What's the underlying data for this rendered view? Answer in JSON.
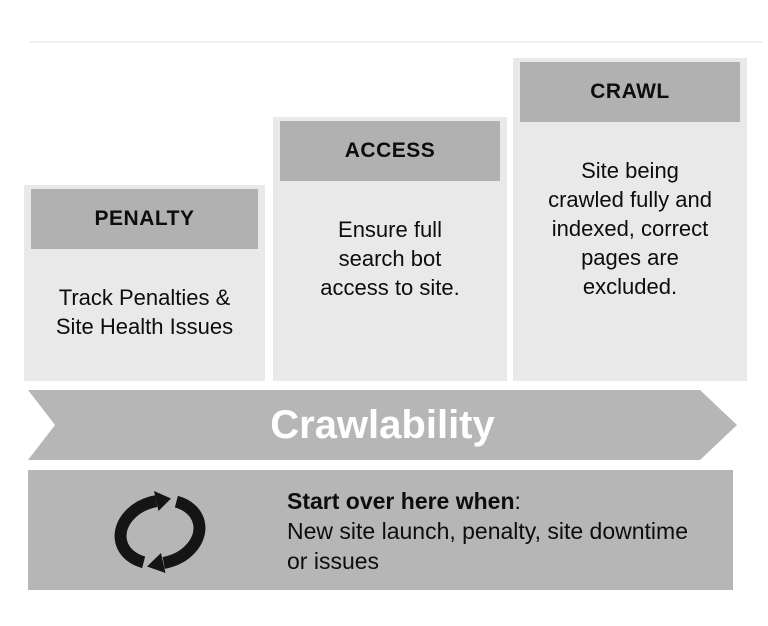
{
  "diagram": {
    "steps": [
      {
        "label": "PENALTY",
        "description": "Track Penalties &\nSite Health Issues"
      },
      {
        "label": "ACCESS",
        "description": "Ensure full\nsearch bot\naccess to site."
      },
      {
        "label": "CRAWL",
        "description": "Site being\ncrawled fully and\nindexed, correct\npages are\nexcluded."
      }
    ],
    "arrow_label": "Crawlability",
    "note": {
      "icon": "cycle-refresh-icon",
      "heading": "Start over here when",
      "colon": ":",
      "body": "New site launch, penalty, site downtime\nor issues"
    },
    "colors": {
      "header-gray": "#b1b1b1",
      "panel-gray": "#e9e9e9",
      "banner-gray": "#b6b6b6",
      "note-gray": "#b6b6b6",
      "text-black": "#121212",
      "arrow-text-white": "#ffffff"
    }
  }
}
